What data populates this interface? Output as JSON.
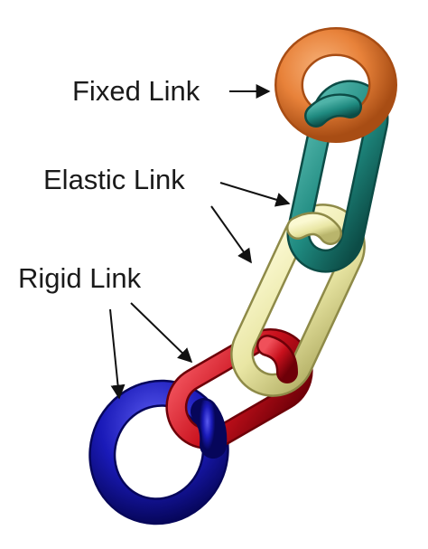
{
  "labels": {
    "fixed": "Fixed Link",
    "elastic": "Elastic Link",
    "rigid": "Rigid Link"
  },
  "colors": {
    "fixed_link": "#e8823a",
    "elastic_link_green": "#1f8a80",
    "elastic_link_cream": "#e9e6a4",
    "rigid_link_red": "#c8101c",
    "rigid_link_blue": "#1a1ab8",
    "background": "#ffffff"
  }
}
